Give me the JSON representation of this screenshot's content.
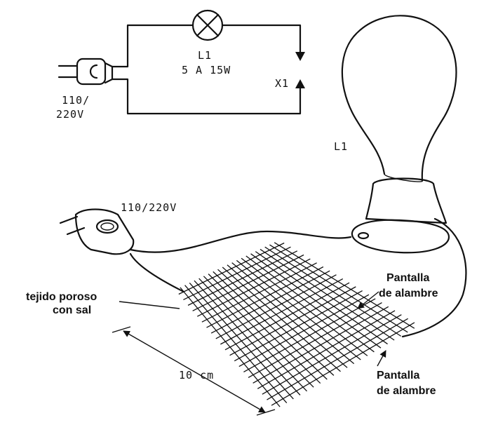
{
  "schematic": {
    "lamp_ref": "L1",
    "lamp_rating": "5 A 15W",
    "switch_ref": "X1",
    "supply_line1": "110/",
    "supply_line2": "220V"
  },
  "illustration": {
    "bulb_ref": "L1",
    "plug_voltage": "110/220V",
    "cloth_label_line1": "tejido poroso",
    "cloth_label_line2": "con sal",
    "dimension": "10 cm",
    "screen_label_top_line1": "Pantalla",
    "screen_label_top_line2": "de alambre",
    "screen_label_bottom_line1": "Pantalla",
    "screen_label_bottom_line2": "de alambre"
  }
}
